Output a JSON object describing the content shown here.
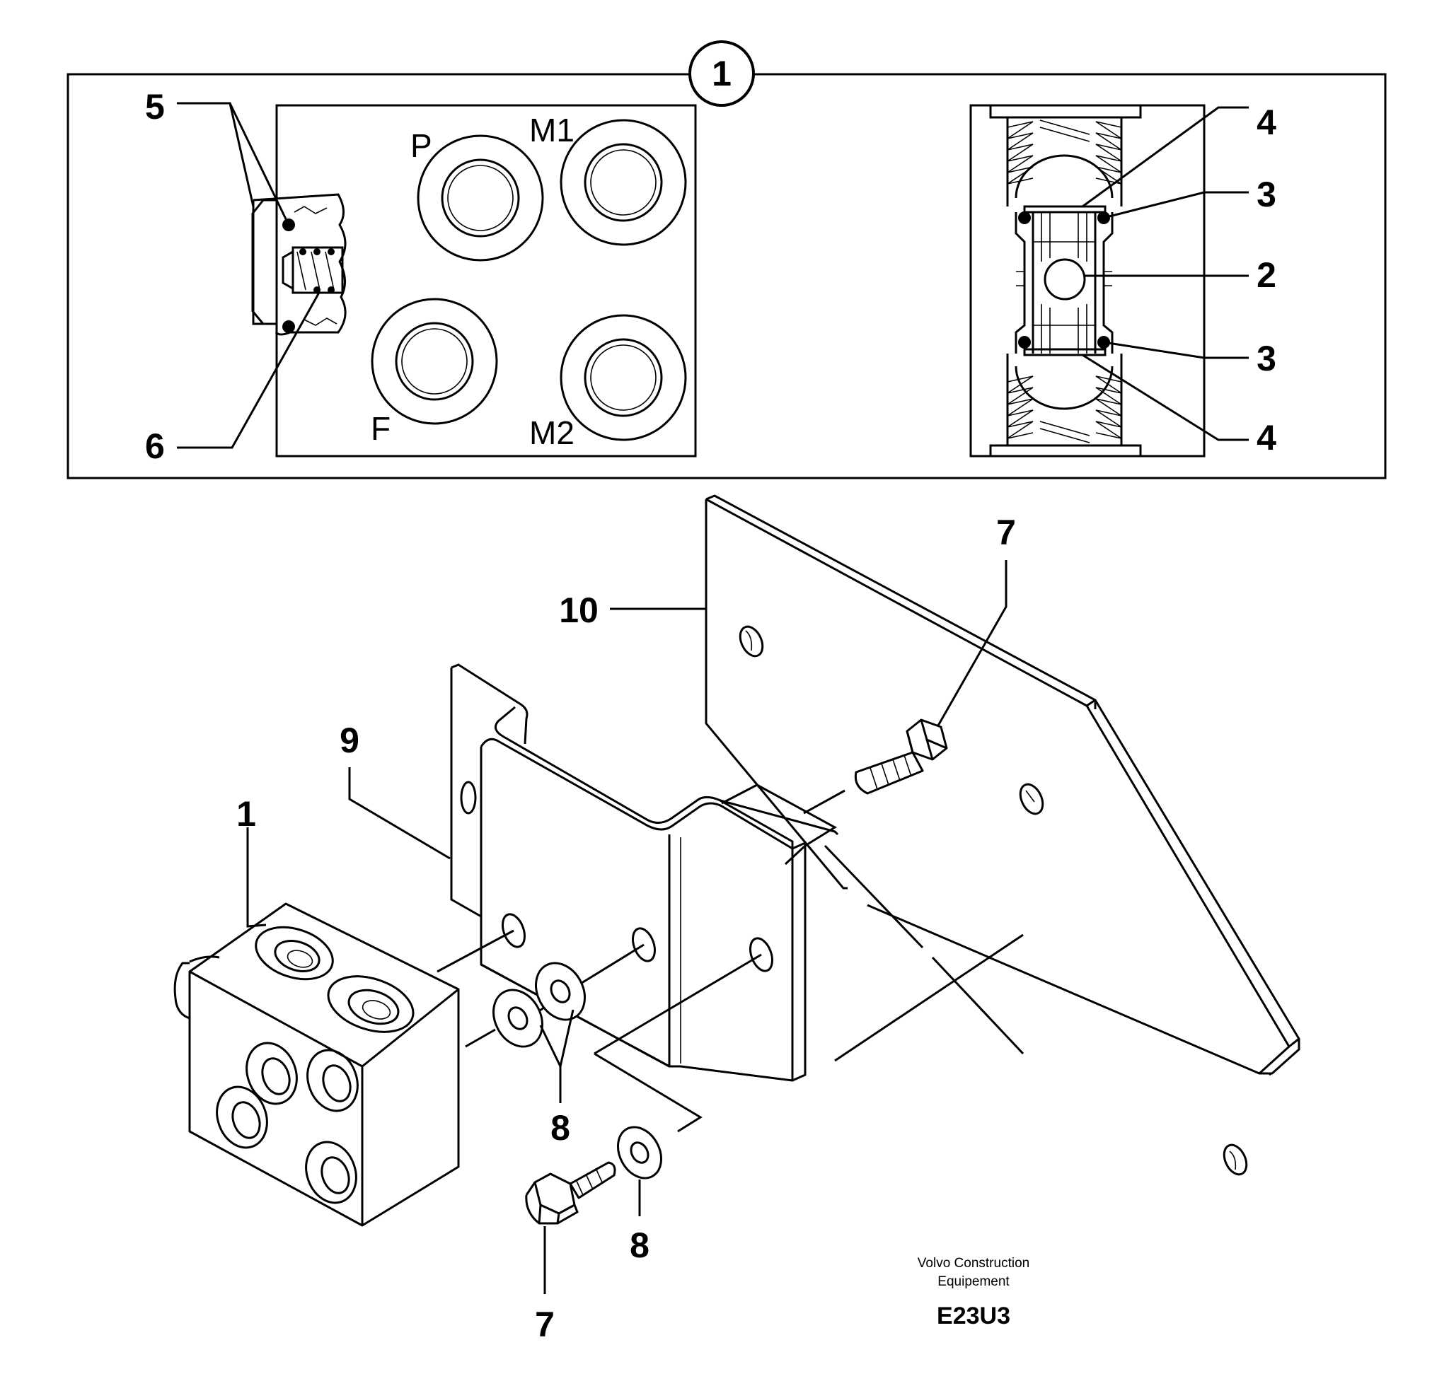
{
  "detail_view": {
    "callout": "1",
    "port_labels": {
      "p": "P",
      "m1": "M1",
      "f": "F",
      "m2": "M2"
    },
    "labels": {
      "part5": "5",
      "part6": "6",
      "part4_top": "4",
      "part3_top": "3",
      "part2": "2",
      "part3_bottom": "3",
      "part4_bottom": "4"
    }
  },
  "exploded_view": {
    "labels": {
      "part10": "10",
      "part7_top": "7",
      "part9": "9",
      "part1": "1",
      "part8_upper": "8",
      "part8_lower": "8",
      "part7_bottom": "7"
    }
  },
  "credit": {
    "line1": "Volvo Construction",
    "line2": "Equipement"
  },
  "drawing_code": "E23U3"
}
